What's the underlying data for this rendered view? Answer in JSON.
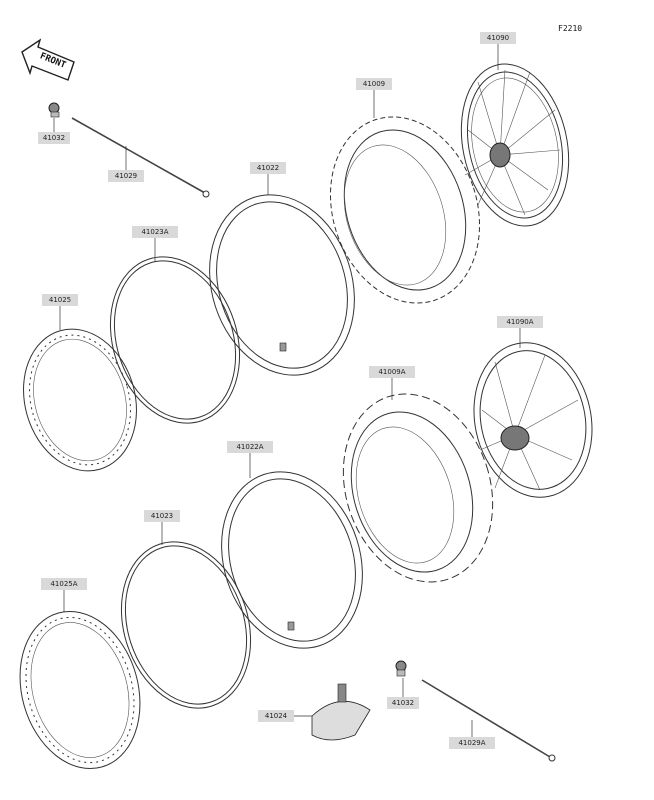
{
  "figure_code": "F2210",
  "front_arrow_text": "FRONT",
  "labels": [
    {
      "id": "l41090",
      "text": "41090"
    },
    {
      "id": "l41009",
      "text": "41009"
    },
    {
      "id": "l41032a",
      "text": "41032"
    },
    {
      "id": "l41029",
      "text": "41029"
    },
    {
      "id": "l41022",
      "text": "41022"
    },
    {
      "id": "l41023a",
      "text": "41023A"
    },
    {
      "id": "l41025",
      "text": "41025"
    },
    {
      "id": "l41090a",
      "text": "41090A"
    },
    {
      "id": "l41009a",
      "text": "41009A"
    },
    {
      "id": "l41022a",
      "text": "41022A"
    },
    {
      "id": "l41023",
      "text": "41023"
    },
    {
      "id": "l41025a",
      "text": "41025A"
    },
    {
      "id": "l41024",
      "text": "41024"
    },
    {
      "id": "l41032b",
      "text": "41032"
    },
    {
      "id": "l41029a",
      "text": "41029A"
    }
  ]
}
